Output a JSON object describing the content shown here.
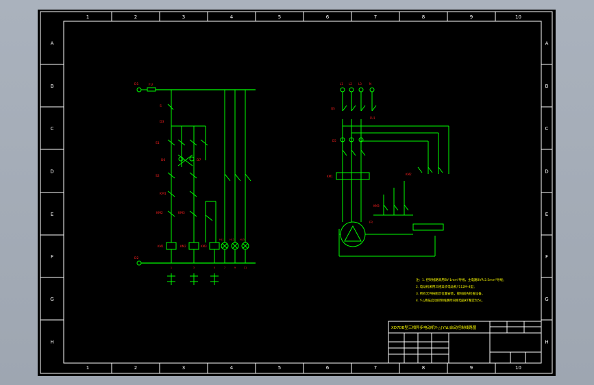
{
  "drawing": {
    "column_labels": [
      "1",
      "2",
      "3",
      "4",
      "5",
      "6",
      "7",
      "8",
      "9",
      "10"
    ],
    "row_labels": [
      "A",
      "B",
      "C",
      "D",
      "E",
      "F",
      "G",
      "H"
    ],
    "colors": {
      "background": "#000000",
      "frame": "#ffffff",
      "wire": "#00ff00",
      "label": "#ff2020",
      "text": "#ffff00",
      "component_alt": "#00ffff"
    }
  },
  "control_circuit": {
    "labels": {
      "top_left_terminal": "D1",
      "fuse": "FU",
      "stop_button": "S",
      "node_d3": "D3",
      "button_s1": "S1",
      "node_d6": "D6",
      "node_d7": "D7",
      "button_s2": "S2",
      "contact_km1": "KM1",
      "contact_km2": "KM2",
      "contact_km3": "KM3",
      "bottom_terminal": "D2"
    },
    "coil_labels": [
      "KM1",
      "KM2",
      "KM3",
      "HL1",
      "HL2",
      "HL3"
    ],
    "node_numbers": [
      "1",
      "3",
      "5",
      "7",
      "9",
      "11"
    ]
  },
  "power_circuit": {
    "phase_labels": [
      "L1",
      "L2",
      "L3",
      "N"
    ],
    "labels": {
      "switch": "QS",
      "fuse_group": "FU1",
      "node": "D5",
      "main_contactor": "KM1",
      "delta_contactor": "KM2",
      "star_contactor": "KM3",
      "motor": "M",
      "thermal": "FR"
    }
  },
  "notes": {
    "lines": [
      "注：1.  控制线路采用BV-1mm²导线，主电路BVR-2.5mm²导线；",
      "    2.  电动机采用三相异步电动机Y112M-4型；",
      "    3.  所有元件按图示位置安装，接线前先检查设备。",
      "    4.  Y-△降压启动控制线路时间继电器KT整定为5s。"
    ]
  },
  "title_block": {
    "title": "XD7DB型三相异步电动机Y-△(Y/Δ)启动控制线路图"
  }
}
